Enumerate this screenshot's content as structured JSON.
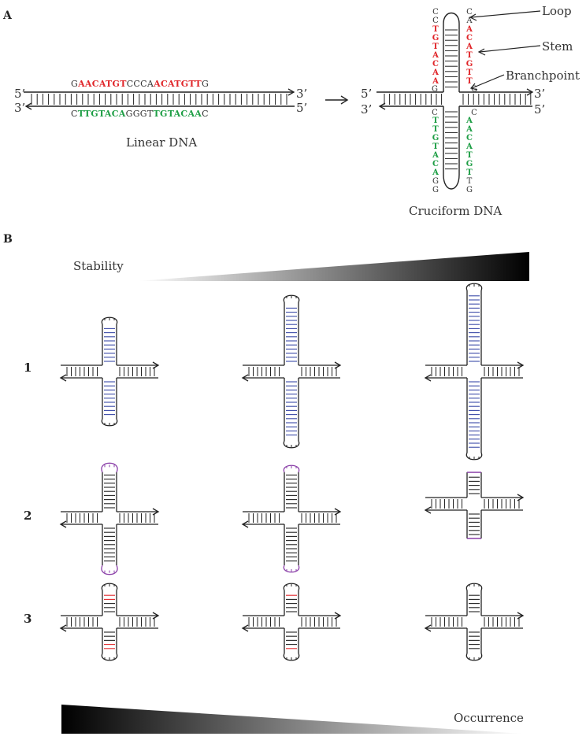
{
  "panel_a": {
    "label": "A",
    "linear": {
      "top_prefix": "G",
      "top_red1": "AACATGT",
      "top_mid": "CCCA",
      "top_red2": "ACATGTT",
      "top_suffix": "G",
      "bottom_prefix": "C",
      "bottom_green1": "TTGTACA",
      "bottom_mid": "GGGT",
      "bottom_green2": "TGTACAA",
      "bottom_suffix": "C",
      "caption": "Linear DNA",
      "top_left_end": "5’",
      "top_right_end": "3’",
      "bottom_left_end": "3’",
      "bottom_right_end": "5’"
    },
    "cruciform": {
      "caption": "Cruciform DNA",
      "top_left_end": "5’",
      "top_right_end": "3’",
      "bottom_left_end": "3’",
      "bottom_right_end": "5’",
      "loop_label": "Loop",
      "stem_label": "Stem",
      "branchpoint_label": "Branchpoint",
      "top_left_col_black": [
        "C",
        "C"
      ],
      "top_left_col_red": [
        "T",
        "G",
        "T",
        "A",
        "C",
        "A",
        "A"
      ],
      "top_left_col_base": "G",
      "top_right_col_black": [
        "C",
        "A"
      ],
      "top_right_col_red": [
        "A",
        "C",
        "A",
        "T",
        "G",
        "T",
        "T"
      ],
      "top_right_col_base": "G",
      "bottom_left_col_top": "C",
      "bottom_left_col_green": [
        "T",
        "T",
        "G",
        "T",
        "A",
        "C",
        "A"
      ],
      "bottom_left_col_black": [
        "G",
        "G"
      ],
      "bottom_right_col_top": "C",
      "bottom_right_col_green": [
        "A",
        "A",
        "C",
        "A",
        "T",
        "G",
        "T"
      ],
      "bottom_right_col_black": [
        "T",
        "G"
      ]
    },
    "colors": {
      "red": "#e0262a",
      "green": "#1e9e45"
    }
  },
  "panel_b": {
    "label": "B",
    "stability_label": "Stability",
    "occurrence_label": "Occurrence",
    "row_labels": [
      "1",
      "2",
      "3"
    ],
    "colors": {
      "row1": "#3b4aa8",
      "row2": "#8a3fa8",
      "row3": "#e0262a",
      "strand": "#222222"
    }
  }
}
